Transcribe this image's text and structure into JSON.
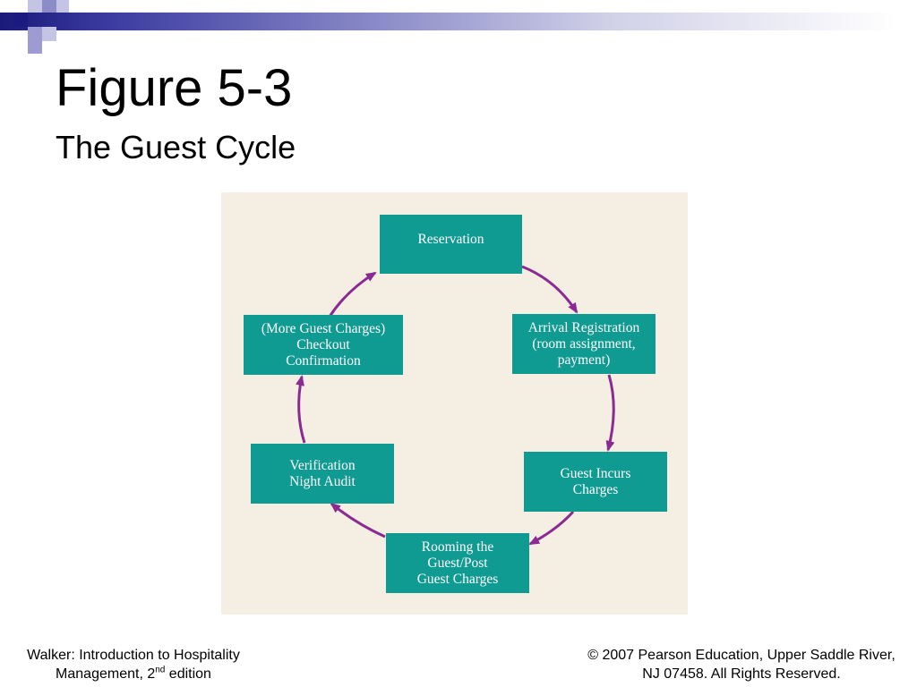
{
  "slide": {
    "title": "Figure 5-3",
    "subtitle": "The Guest Cycle"
  },
  "diagram": {
    "nodes": [
      {
        "id": "reservation",
        "label": "Reservation"
      },
      {
        "id": "arrival",
        "label": "Arrival Registration\n(room assignment,\npayment)"
      },
      {
        "id": "incurs",
        "label": "Guest Incurs\nCharges"
      },
      {
        "id": "rooming",
        "label": "Rooming the\nGuest/Post\nGuest Charges"
      },
      {
        "id": "verification",
        "label": "Verification\nNight Audit"
      },
      {
        "id": "checkout",
        "label": "(More Guest Charges)\nCheckout\nConfirmation"
      }
    ],
    "colors": {
      "panel_background": "#f4efe2",
      "node_fill": "#0f9a92",
      "node_text": "#ffffff",
      "arrow": "#8b2a93"
    }
  },
  "footer": {
    "left_line1": "Walker: Introduction to Hospitality",
    "left_line2_pre": "Management, 2",
    "left_line2_sup": "nd",
    "left_line2_post": " edition",
    "right_line1": "© 2007 Pearson Education, Upper Saddle River,",
    "right_line2": "NJ 07458. All Rights Reserved."
  }
}
